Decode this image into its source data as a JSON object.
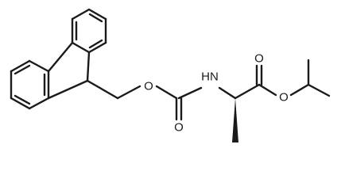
{
  "molecule": {
    "atoms": {
      "ester_oxygen_left": "O",
      "carbonyl_oxygen_left": "O",
      "amide_nitrogen": "HN",
      "carbonyl_oxygen_right": "O",
      "ester_oxygen_right": "O"
    }
  },
  "colors": {
    "bond": "#1a1a1a",
    "background": "#ffffff"
  }
}
